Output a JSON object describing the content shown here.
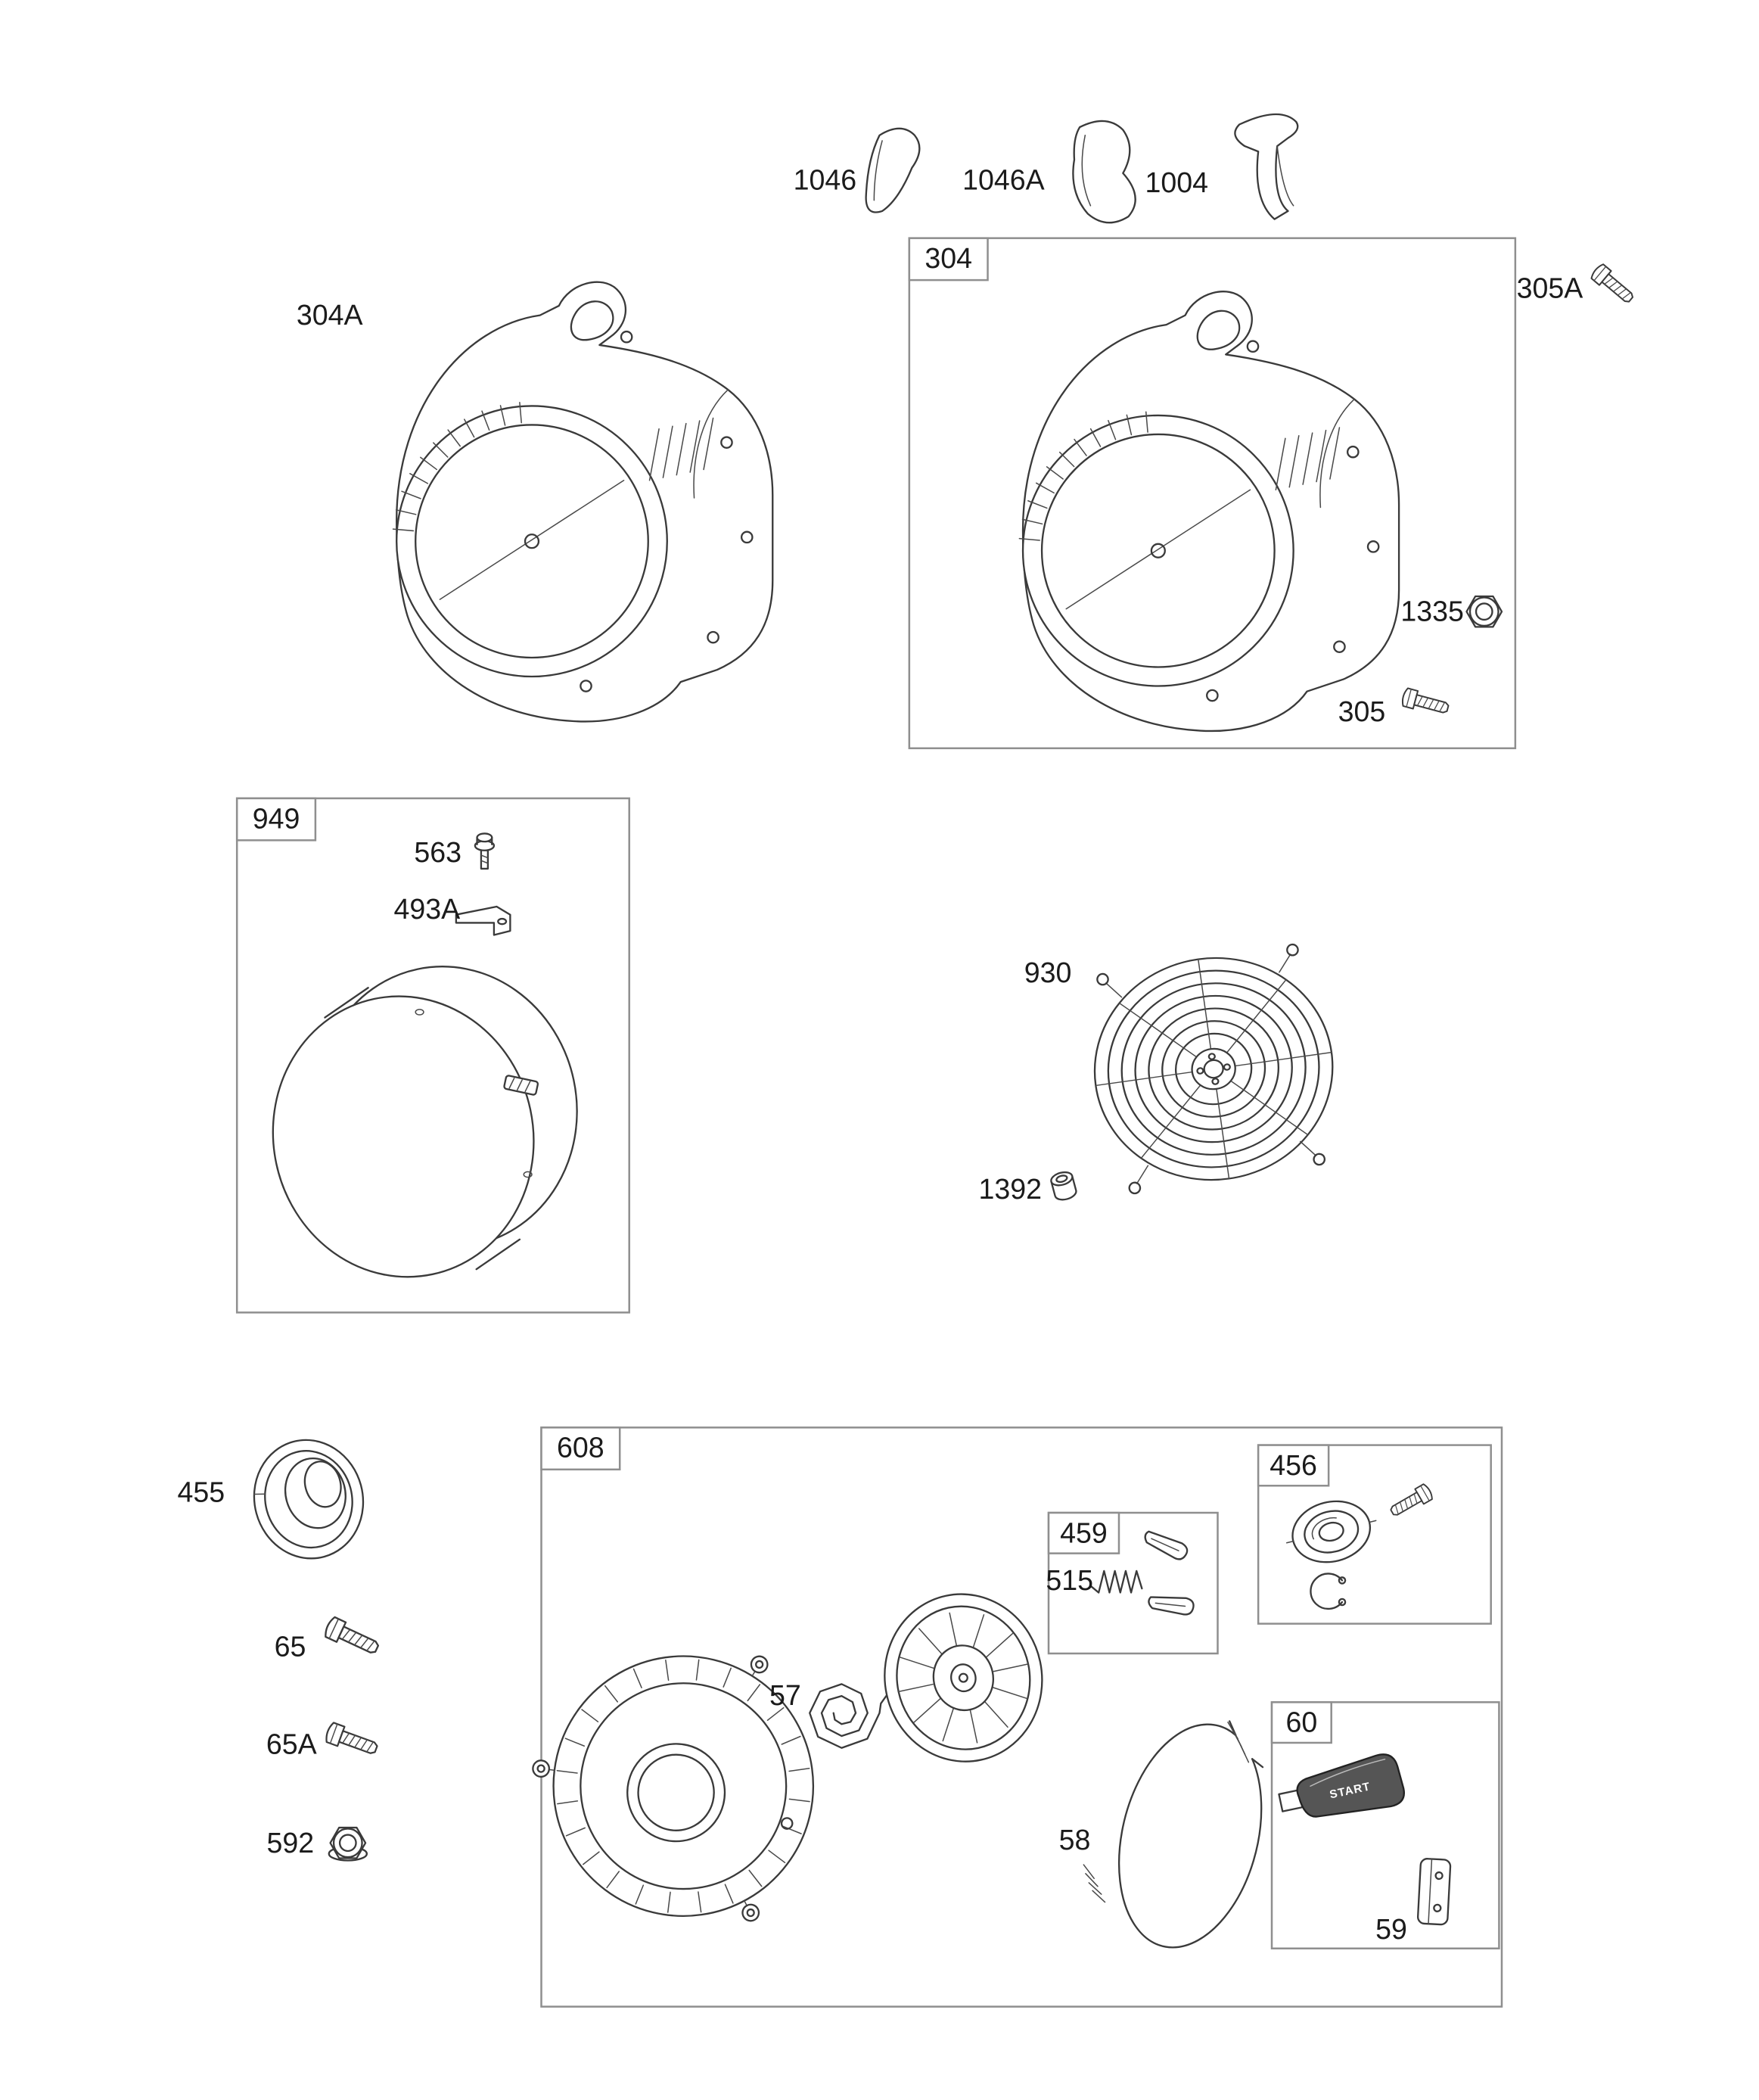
{
  "diagram": {
    "background": "#ffffff",
    "line_color": "#3a3a3a",
    "box_color": "#8f8f8f",
    "labels": {
      "l1046": "1046",
      "l1046A": "1046A",
      "l1004": "1004",
      "l304A": "304A",
      "l304": "304",
      "l305A": "305A",
      "l1335": "1335",
      "l305": "305",
      "l949": "949",
      "l563": "563",
      "l493A": "493A",
      "l930": "930",
      "l1392": "1392",
      "l455": "455",
      "l65": "65",
      "l65A": "65A",
      "l592": "592",
      "l608": "608",
      "l57": "57",
      "l456": "456",
      "l459": "459",
      "l515": "515",
      "l58": "58",
      "l60": "60",
      "l59": "59"
    },
    "handle": {
      "text": "START"
    }
  }
}
